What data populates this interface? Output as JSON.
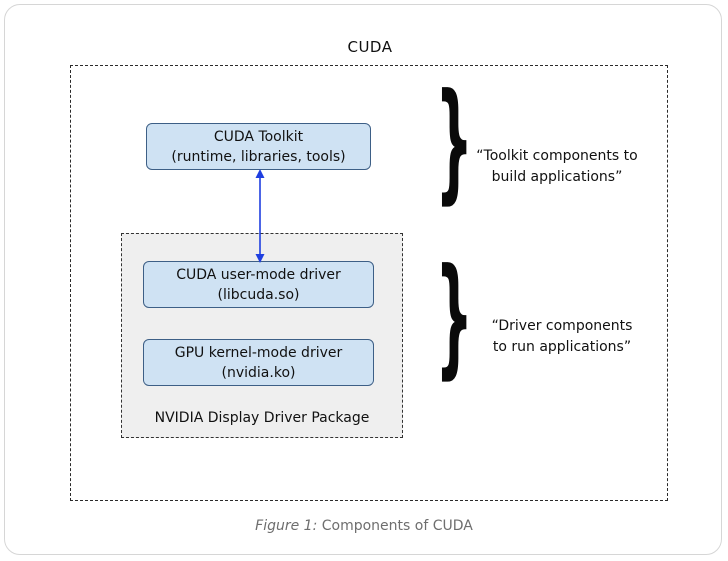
{
  "diagram": {
    "outer_title": "CUDA",
    "toolkit": {
      "line1": "CUDA Toolkit",
      "line2": "(runtime, libraries, tools)"
    },
    "user_mode_driver": {
      "line1": "CUDA user-mode driver",
      "line2": "(libcuda.so)"
    },
    "kernel_mode_driver": {
      "line1": "GPU kernel-mode driver",
      "line2": "(nvidia.ko)"
    },
    "driver_package_label": "NVIDIA Display Driver Package",
    "toolkit_note": {
      "line1": "“Toolkit components to",
      "line2": "build applications”"
    },
    "driver_note": {
      "line1": "“Driver components",
      "line2": "to run applications”"
    },
    "brace_glyph": "}",
    "arrow_color": "#1f3fe0",
    "box_fill_color": "#cfe2f3"
  },
  "caption": {
    "prefix": "Figure 1:",
    "text": " Components of CUDA"
  }
}
